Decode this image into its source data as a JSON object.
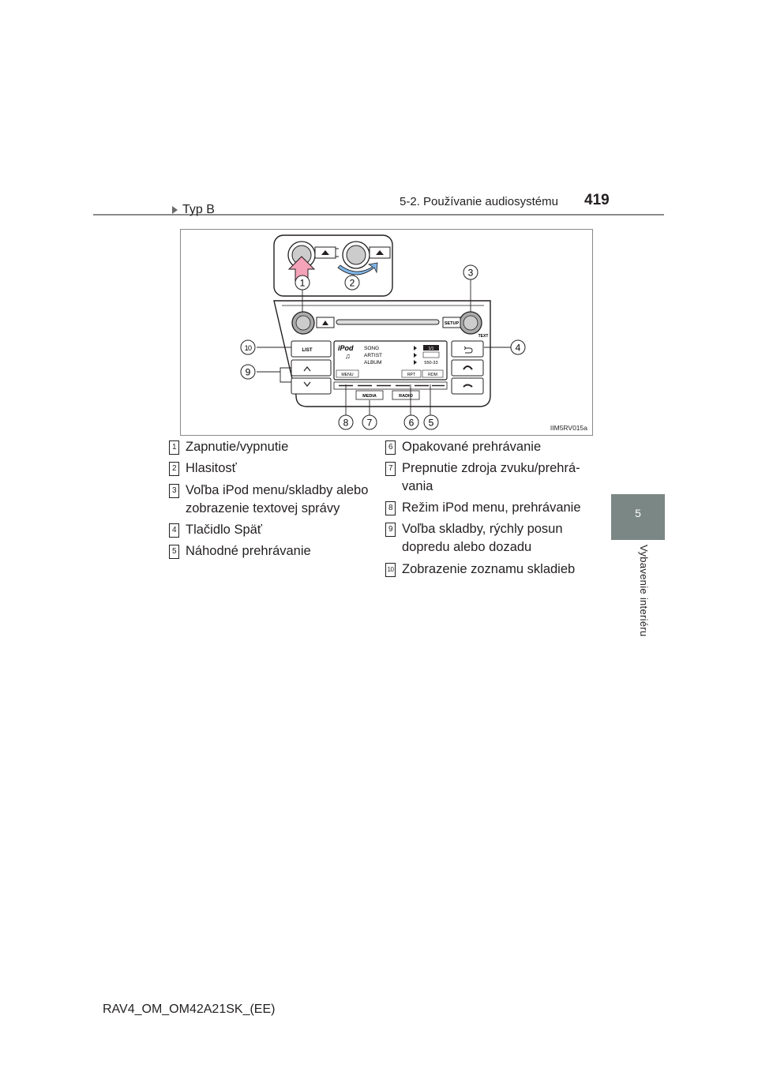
{
  "header": {
    "section": "5-2. Používanie audiosystému",
    "page_number": "419"
  },
  "side_tab": {
    "chapter_number": "5",
    "chapter_title": "Vybavenie interiéru"
  },
  "type_label": "Typ B",
  "figure": {
    "id": "IIM5RV015a",
    "callouts": [
      "1",
      "2",
      "3",
      "4",
      "5",
      "6",
      "7",
      "8",
      "9",
      "10"
    ],
    "buttons": {
      "setup": "SETUP",
      "text": "TEXT",
      "list": "LIST",
      "media": "MEDIA",
      "radio": "RADIO"
    },
    "screen": {
      "brand": "iPod",
      "rows": [
        "SONG",
        "ARTIST",
        "ALBUM"
      ],
      "info": [
        "1/1",
        "550-33"
      ],
      "bottom_buttons": [
        "MENU",
        "RPT",
        "RDM"
      ]
    }
  },
  "legend": [
    {
      "num": "1",
      "text": "Zapnutie/vypnutie"
    },
    {
      "num": "2",
      "text": "Hlasitosť"
    },
    {
      "num": "3",
      "text": "Voľba iPod menu/skladby alebo zobrazenie textovej správy"
    },
    {
      "num": "4",
      "text": "Tlačidlo Späť"
    },
    {
      "num": "5",
      "text": "Náhodné prehrávanie"
    },
    {
      "num": "6",
      "text": "Opakované prehrávanie"
    },
    {
      "num": "7",
      "text": "Prepnutie zdroja zvuku/prehrá-vania"
    },
    {
      "num": "8",
      "text": "Režim iPod menu, prehrávanie"
    },
    {
      "num": "9",
      "text": "Voľba skladby, rýchly posun dopredu alebo dozadu"
    },
    {
      "num": "10",
      "text": "Zobrazenie zoznamu skladieb"
    }
  ],
  "footer": {
    "doc_code": "RAV4_OM_OM42A21SK_(EE)"
  }
}
